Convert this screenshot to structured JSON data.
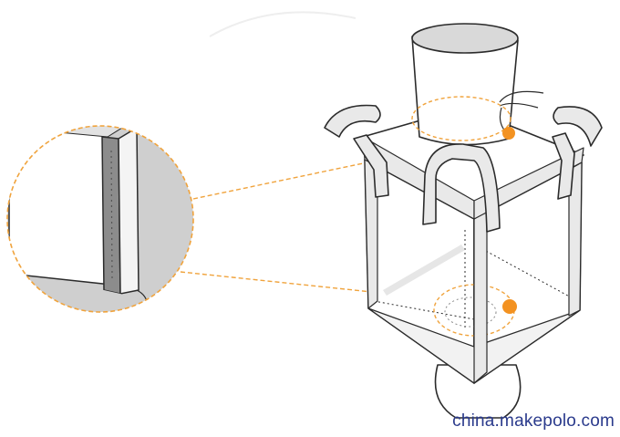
{
  "watermark": {
    "text": "china.makepolo.com",
    "color": "#2a3a8c"
  },
  "colors": {
    "callout": "#f0a33c",
    "callout_dot": "#f39221",
    "outline": "#2b2b2b",
    "strap_fill": "#e9e9e9",
    "panel_fill": "#d9d9d9",
    "seam_fill": "#8c8c8c"
  },
  "diagram": {
    "subject": "bulk-bag",
    "callouts": [
      "top-spout-seam",
      "bottom-seam-detail"
    ]
  }
}
